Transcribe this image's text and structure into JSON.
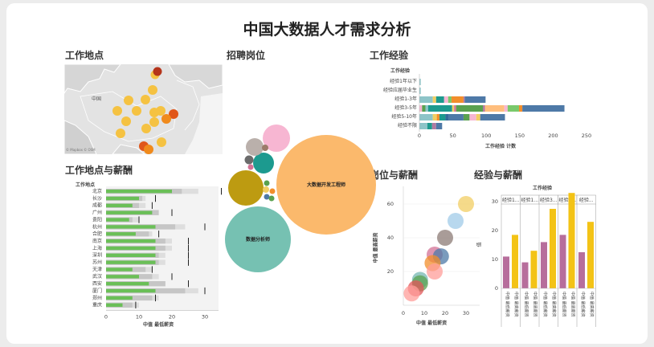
{
  "page": {
    "title": "中国大数据人才需求分析"
  },
  "panels": {
    "map_title": "工作地点",
    "bubble_title": "招聘岗位",
    "exp_title": "工作经验",
    "loc_salary_title": "工作地点与薪酬",
    "pos_salary_title": "岗位与薪酬",
    "exp_salary_title": "经验与薪酬"
  },
  "map": {
    "region_label": "中国",
    "attribution": "© Mapbox © OSM",
    "colors": {
      "yellow": "#f5c242",
      "orange": "#f08a1c",
      "darkorange": "#e0561a",
      "red": "#b5341a"
    }
  },
  "bubbles": {
    "big1": "大数据开发工程师",
    "big2": "数据分析师",
    "colors": {
      "orange": "#fbb96c",
      "teal": "#76c1b2",
      "olive": "#bd9b11",
      "pink": "#f7b6d2",
      "darkteal": "#1c9a8f",
      "gray": "#bab0ab",
      "brown": "#9c7b6a"
    }
  },
  "experience": {
    "header": "工作经验",
    "axis_title": "工作经验 计数",
    "categories": [
      "经验1年以下",
      "经验应届毕业生",
      "经验1-3年",
      "经验3-5年",
      "经验5-10年",
      "经验不限"
    ],
    "x_ticks": [
      "0",
      "50",
      "100",
      "150",
      "200",
      "250"
    ],
    "colors": [
      "#8dc4c8",
      "#f7b6d2",
      "#59a14f",
      "#f1ce63",
      "#4e79a7",
      "#f28e2b",
      "#1d9a8e",
      "#79c96b",
      "#ffbe7d",
      "#346b9a",
      "#d37295",
      "#b07aa1"
    ]
  },
  "loc_salary": {
    "header": "工作地点",
    "axis_title": "中值 最低薪资",
    "x_ticks": [
      "0",
      "10",
      "20",
      "30"
    ],
    "cities": [
      "北京",
      "长沙",
      "成都",
      "广州",
      "贵阳",
      "杭州",
      "合肥",
      "南京",
      "上海",
      "深圳",
      "苏州",
      "天津",
      "武汉",
      "西安",
      "厦门",
      "郑州",
      "重庆"
    ],
    "colors": {
      "bar": "#6abf57",
      "light": "#dedede",
      "mid": "#c6c6c6",
      "ref": "#222222"
    }
  },
  "pos_salary": {
    "x_axis_title": "中值 最低薪资",
    "y_axis_title": "中值 最高薪资",
    "x_ticks": [
      "0",
      "10",
      "20",
      "30"
    ],
    "y_ticks": [
      "20",
      "40",
      "60"
    ],
    "points": [
      {
        "x": 30,
        "y": 60,
        "c": "#f1ce63"
      },
      {
        "x": 25,
        "y": 50,
        "c": "#a0cbe8"
      },
      {
        "x": 20,
        "y": 40,
        "c": "#8c7b75"
      },
      {
        "x": 15,
        "y": 30,
        "c": "#d37295"
      },
      {
        "x": 18,
        "y": 29,
        "c": "#4e79a7"
      },
      {
        "x": 14,
        "y": 25,
        "c": "#f28e2b"
      },
      {
        "x": 15,
        "y": 20,
        "c": "#ff9d9a"
      },
      {
        "x": 8,
        "y": 15,
        "c": "#76b7b2"
      },
      {
        "x": 8,
        "y": 13,
        "c": "#59a14f"
      },
      {
        "x": 6,
        "y": 10,
        "c": "#e15759"
      },
      {
        "x": 4,
        "y": 7,
        "c": "#ff9d9a"
      }
    ]
  },
  "exp_salary": {
    "header": "工作经验",
    "y_axis_title": "值",
    "y_ticks": [
      "0",
      "10",
      "20",
      "30"
    ],
    "groups": [
      "经验1...",
      "经验1...",
      "经验3...",
      "经验5...",
      "经验..."
    ],
    "bar_labels": [
      "中值 最低薪资",
      "中值 最高薪资"
    ],
    "colors": {
      "low": "#b76e9c",
      "high": "#f3c316"
    },
    "values": [
      {
        "low": 11,
        "high": 18.5
      },
      {
        "low": 9,
        "high": 13
      },
      {
        "low": 16,
        "high": 27.5
      },
      {
        "low": 18.5,
        "high": 33
      },
      {
        "low": 12.5,
        "high": 23
      }
    ]
  }
}
